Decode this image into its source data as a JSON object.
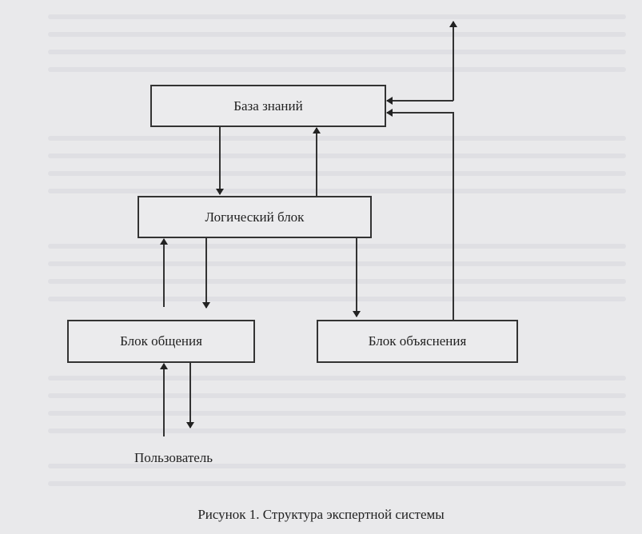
{
  "diagram": {
    "nodes": {
      "knowledge_base": "База знаний",
      "logic_block": "Логический блок",
      "communication_block": "Блок общения",
      "explanation_block": "Блок объяснения",
      "user": "Пользователь"
    },
    "edges": [
      {
        "from": "База знаний",
        "to": "Логический блок"
      },
      {
        "from": "Логический блок",
        "to": "База знаний"
      },
      {
        "from": "Логический блок",
        "to": "Блок общения"
      },
      {
        "from": "Блок общения",
        "to": "Логический блок"
      },
      {
        "from": "Логический блок",
        "to": "Блок объяснения"
      },
      {
        "from": "Блок объяснения",
        "to": "База знаний"
      },
      {
        "from": "external",
        "to": "База знаний"
      },
      {
        "from": "Пользователь",
        "to": "Блок общения"
      },
      {
        "from": "Блок общения",
        "to": "Пользователь"
      }
    ]
  },
  "caption": "Рисунок 1. Структура экспертной системы"
}
